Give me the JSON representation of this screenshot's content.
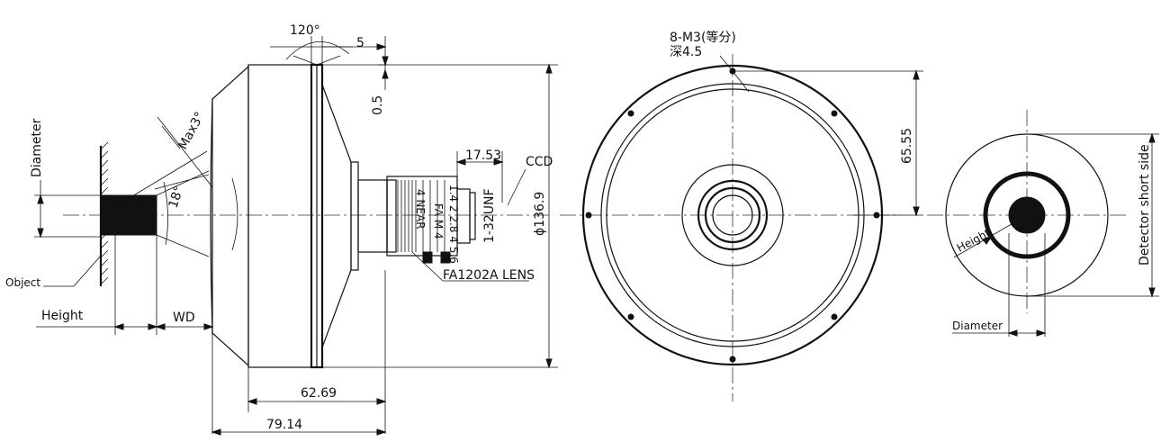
{
  "labels": {
    "angle_120": "120°",
    "dim_5": "5",
    "dim_0_5": "0.5",
    "dim_max3": "Max3°",
    "angle_18": "18°",
    "diameter_left": "Diameter",
    "object": "Object",
    "height_left": "Height",
    "wd": "WD",
    "dim_17_53": "17.53",
    "ccd": "CCD",
    "thread": "1-32UNF",
    "phi_136_9": "ϕ136.9",
    "lens_model": "FA1202A  LENS",
    "dim_62_69": "62.69",
    "dim_79_14": "79.14",
    "holes_spec": "8-M3(等分)",
    "holes_depth": "深4.5",
    "dim_65_55": "65.55",
    "detector_short_side": "Detector short side",
    "height_right": "Height",
    "diameter_right": "Diameter"
  },
  "lens_marks": {
    "ring_text_1": "4 NEAR",
    "ring_text_2": "FA M 4",
    "ring_text_3": "1.4 2 2.8 4 5.6"
  }
}
